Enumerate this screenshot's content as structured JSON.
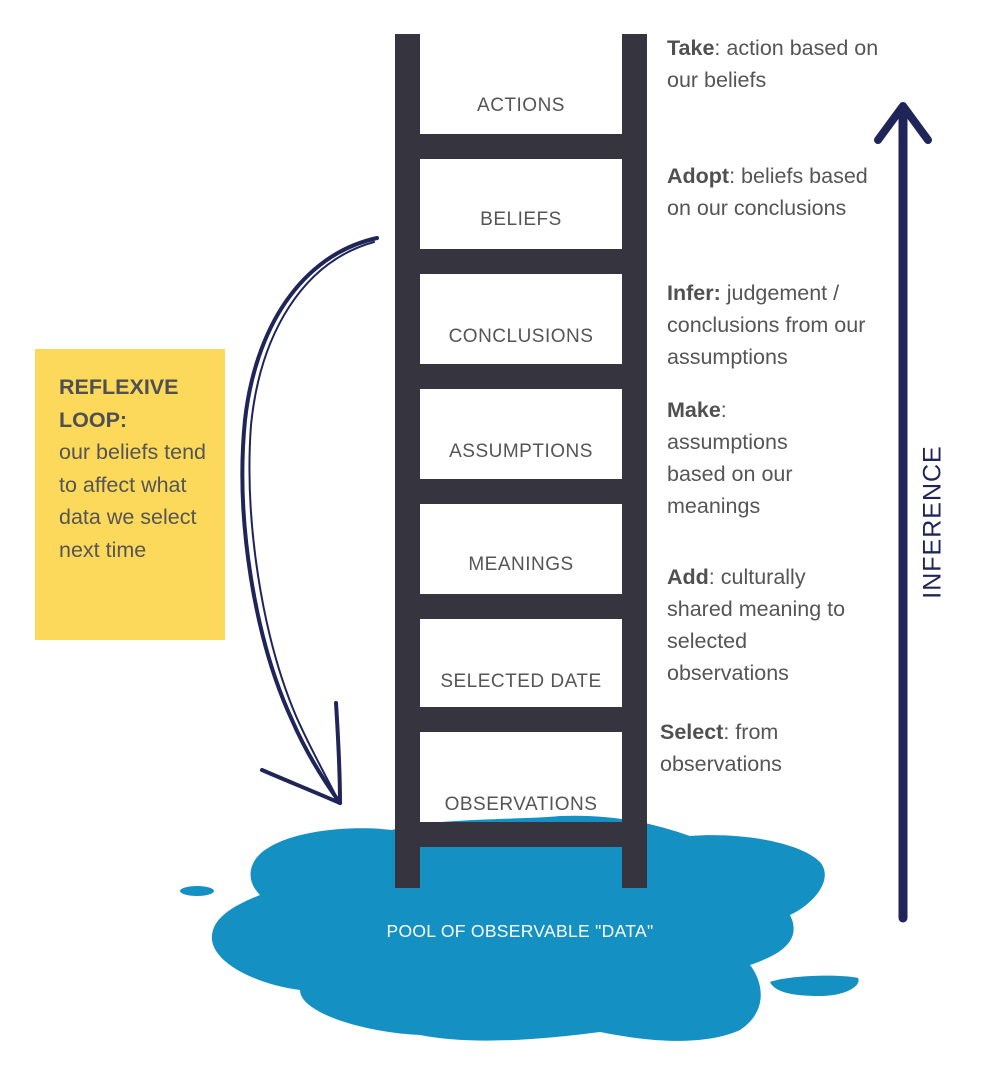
{
  "ladder": {
    "rungs": [
      "ACTIONS",
      "BELIEFS",
      "CONCLUSIONS",
      "ASSUMPTIONS",
      "MEANINGS",
      "SELECTED DATE",
      "OBSERVATIONS"
    ]
  },
  "steps": [
    {
      "verb": "Take",
      "text": ": action based on our beliefs"
    },
    {
      "verb": "Adopt",
      "text": ": beliefs based on our conclusions"
    },
    {
      "verb": "Infer:",
      "text": " judgement / conclusions from our assumptions"
    },
    {
      "verb": "Make",
      "text": ": assumptions based on our meanings"
    },
    {
      "verb": "Add",
      "text": ": culturally shared meaning to selected observations"
    },
    {
      "verb": "Select",
      "text": ": from observations"
    }
  ],
  "loop": {
    "title": "REFLEXIVE LOOP:",
    "text": "our beliefs tend to affect what data we select next time"
  },
  "inference": {
    "label": "INFERENCE"
  },
  "pool": {
    "label": "POOL OF OBSERVABLE \"DATA\""
  },
  "colors": {
    "ladder": "#35343f",
    "water": "#1491c2",
    "arrow": "#1f2559",
    "note": "#fcd95a",
    "text": "#555555"
  }
}
